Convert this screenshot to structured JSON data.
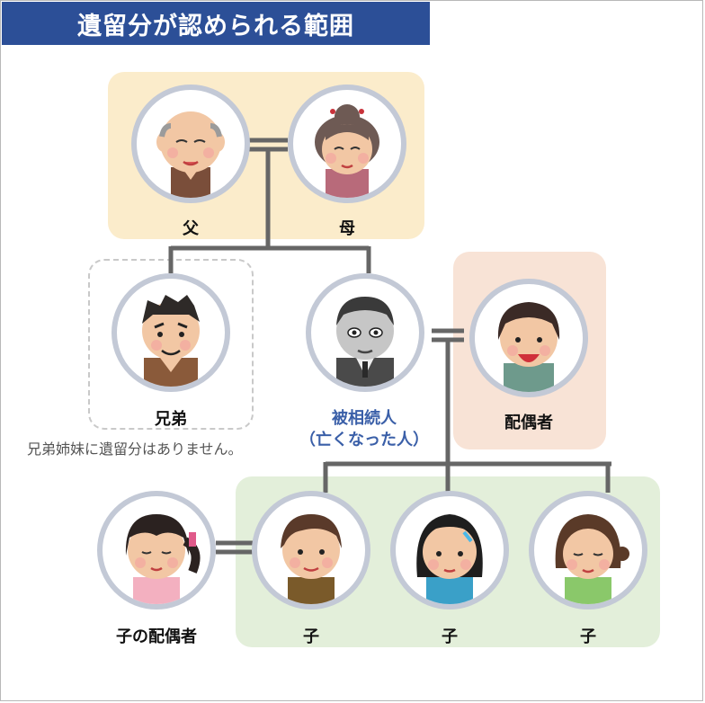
{
  "title": "遺留分が認められる範囲",
  "people": {
    "father": "父",
    "mother": "母",
    "sibling": "兄弟",
    "deceased_line1": "被相続人",
    "deceased_line2": "（亡くなった人）",
    "spouse": "配偶者",
    "child_spouse": "子の配偶者",
    "child1": "子",
    "child2": "子",
    "child3": "子"
  },
  "note": "兄弟姉妹に遺留分はありません。",
  "colors": {
    "title_bg": "#2c4f97",
    "parents_bg": "#fbeccb",
    "spouse_bg": "#f8e3d6",
    "children_bg": "#e3efda",
    "deceased_label": "#3a5fa8",
    "connector": "#666666"
  }
}
